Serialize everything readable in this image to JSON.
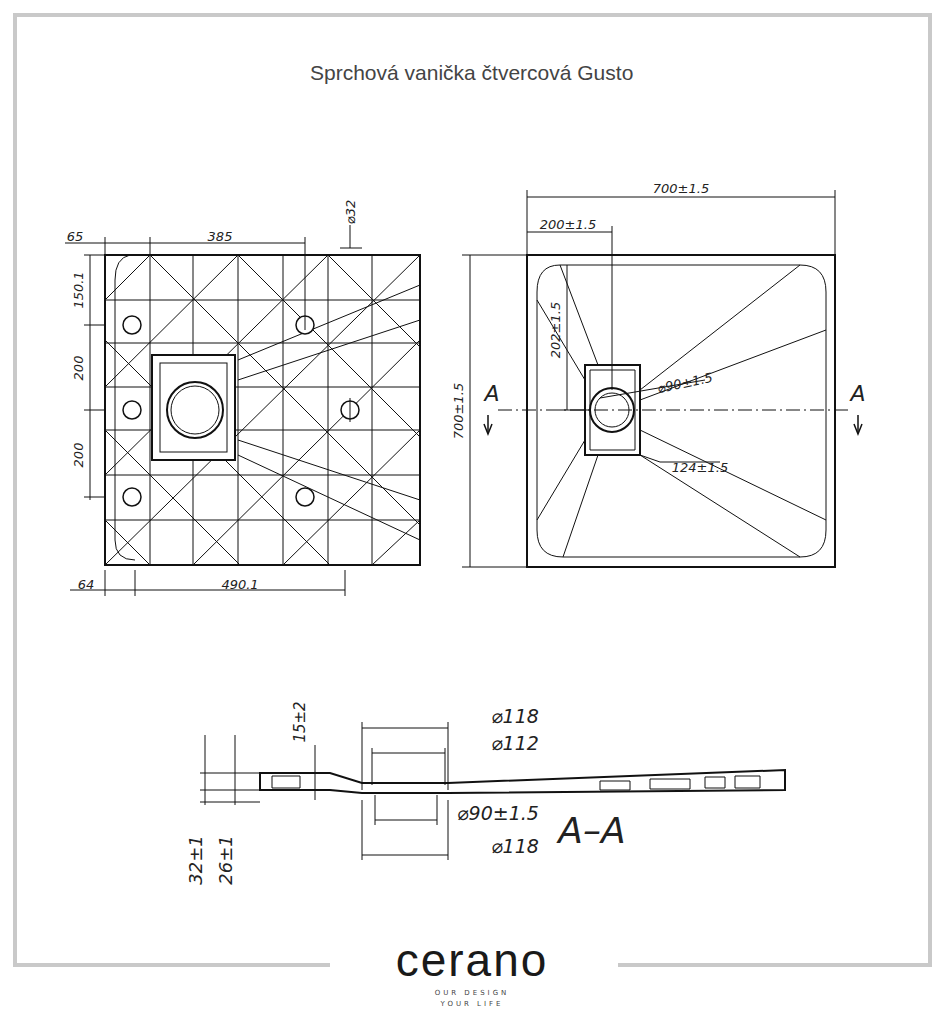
{
  "diagram": {
    "title": "Sprchová vanička čtvercová Gusto",
    "labels": [
      "65",
      "385",
      "⌀32",
      "150.1",
      "200",
      "200",
      "64",
      "490.1",
      "700±1.5",
      "200±1.5",
      "202±1.5",
      "⌀90±1.5",
      "124±1.5",
      "700±1.5",
      "A",
      "A",
      "15±2",
      "⌀118",
      "⌀112",
      "⌀90±1.5",
      "⌀118",
      "A–A",
      "32±1",
      "26±1",
      "cerano",
      "OUR DESIGN",
      "YOUR LIFE"
    ]
  }
}
